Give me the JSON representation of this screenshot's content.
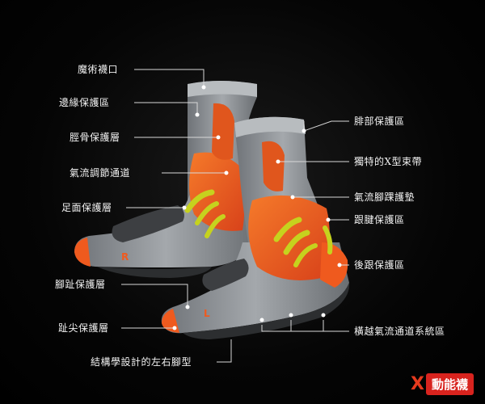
{
  "labels_left": [
    {
      "id": "magic-cuff",
      "text": "魔術襪口"
    },
    {
      "id": "edge-protect",
      "text": "邊緣保護區"
    },
    {
      "id": "shin-protect",
      "text": "脛骨保護層"
    },
    {
      "id": "airflow-channel",
      "text": "氣流調節通道"
    },
    {
      "id": "instep-protect",
      "text": "足面保護層"
    },
    {
      "id": "toe-joint-protect",
      "text": "腳趾保護層"
    },
    {
      "id": "toe-tip-protect",
      "text": "趾尖保護層"
    },
    {
      "id": "lr-foot-design",
      "text": "結構學設計的左右腳型"
    }
  ],
  "labels_right": [
    {
      "id": "calf-protect",
      "text": "腓部保護區"
    },
    {
      "id": "x-band",
      "text": "獨特的X型束帶"
    },
    {
      "id": "ankle-pad",
      "text": "氣流腳踝護墊"
    },
    {
      "id": "achilles-protect",
      "text": "跟腱保護區"
    },
    {
      "id": "heel-protect",
      "text": "後跟保護區"
    },
    {
      "id": "cross-airflow",
      "text": "橫越氣流通道系統區"
    }
  ],
  "sock_marks": {
    "right_sock": "R",
    "left_sock": "L"
  },
  "brand": {
    "mark": "X",
    "name": "動能襪"
  },
  "colors": {
    "background": "#000000",
    "sock_gray": "#8c9196",
    "sock_light": "#c9ccce",
    "sock_orange": "#ef5a1e",
    "sock_yellow": "#c6d21e",
    "sock_dark": "#3d3f42",
    "brand_red": "#d8231e"
  }
}
